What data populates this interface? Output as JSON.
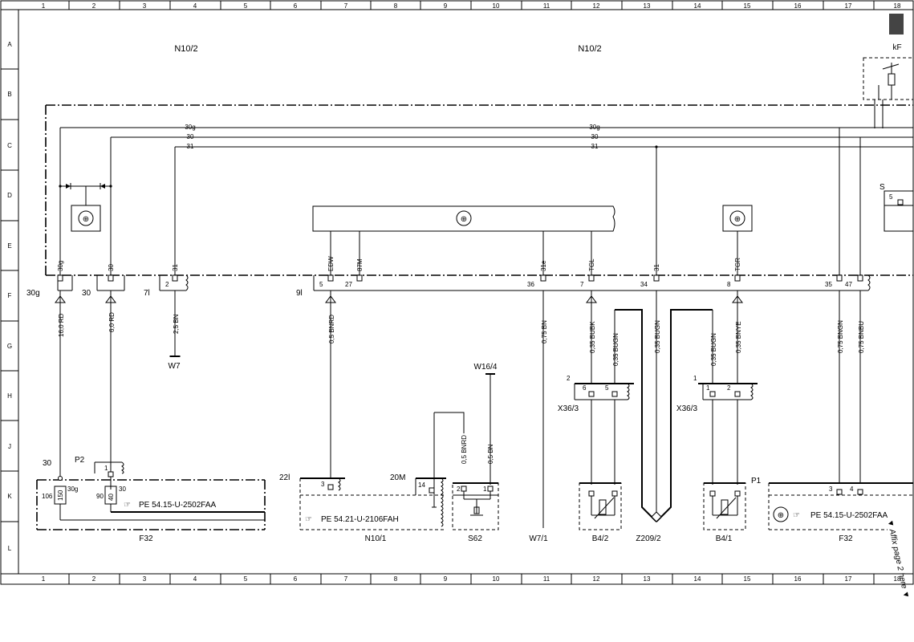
{
  "grid": {
    "columns": [
      "1",
      "2",
      "3",
      "4",
      "5",
      "6",
      "7",
      "8",
      "9",
      "10",
      "11",
      "12",
      "13",
      "14",
      "15",
      "16",
      "17",
      "18"
    ],
    "rows": [
      "A",
      "B",
      "C",
      "D",
      "E",
      "F",
      "G",
      "H",
      "J",
      "K",
      "L"
    ]
  },
  "components": {
    "n10_2_left": "N10/2",
    "n10_2_right": "N10/2",
    "kf": "kF",
    "s_label": "S",
    "w7_top": "W7",
    "w16_4": "W16/4",
    "x36_3_left": "X36/3",
    "x36_3_right": "X36/3",
    "p2": "P2",
    "p1": "P1",
    "f32_left": "F32",
    "f32_right": "F32",
    "n10_1": "N10/1",
    "s62": "S62",
    "w7_1": "W7/1",
    "b4_2": "B4/2",
    "z209_2": "Z209/2",
    "b4_1": "B4/1"
  },
  "buses": {
    "bus_30g": "30g",
    "bus_30": "30",
    "bus_31": "31"
  },
  "pins_inside": {
    "p30g": "30g",
    "p30": "30",
    "p31": "31",
    "edw": "EDW",
    "p87m": "87M",
    "p31e": "31e",
    "tgl": "TGL",
    "p31b": "31",
    "tgr": "TGR"
  },
  "connector_labels": {
    "c30g": "30g",
    "c30": "30",
    "c7l": "7l",
    "c9l": "9l",
    "n2": "2",
    "n5": "5",
    "n27": "27",
    "n36": "36",
    "n7": "7",
    "n34": "34",
    "n8": "8",
    "n35": "35",
    "n47": "47",
    "s5": "5"
  },
  "wires": {
    "w16_0rd": "16,0 RD",
    "w6_0rd": "6,0 RD",
    "w2_5bn": "2,5 BN",
    "w0_5bnrd_top": "0,5 BNRD",
    "w0_75bn": "0,75 BN",
    "w035bubk": "0,35 BUBK",
    "w035bugn_a": "0,35 BUGN",
    "w035bugn_b": "0,35 BUGN",
    "w035bugn_c": "0,35 BUGN",
    "w035bnye": "0,35 BNYE",
    "w075bngn": "0,75 BNGN",
    "w075bnbu": "0,75 BNBU",
    "w05bnrd_low": "0,5 BNRD",
    "w05bn_low": "0,5 BN"
  },
  "lower": {
    "x36l_2": "2",
    "x36l_6": "6",
    "x36l_5": "5",
    "x36r_1a": "1",
    "x36r_1": "1",
    "x36r_2": "2",
    "f32_30": "30",
    "f32_p2_1": "1",
    "f32_106": "106",
    "f32_150": "150",
    "f32_30g": "30g",
    "f32_90": "90",
    "f32_40": "40",
    "f32_30b": "30",
    "ref_f32_left": "PE 54.15-U-2502FAA",
    "n10_22l": "22l",
    "n10_3": "3",
    "n10_20m": "20M",
    "n10_14": "14",
    "ref_n10_1": "PE 54.21-U-2106FAH",
    "s62_2": "2",
    "s62_1": "1",
    "f32r_3": "3",
    "f32r_4": "4",
    "ref_f32_right": "PE 54.15-U-2502FAA"
  },
  "affix_note": "▼ Affix page 2 here ▼"
}
